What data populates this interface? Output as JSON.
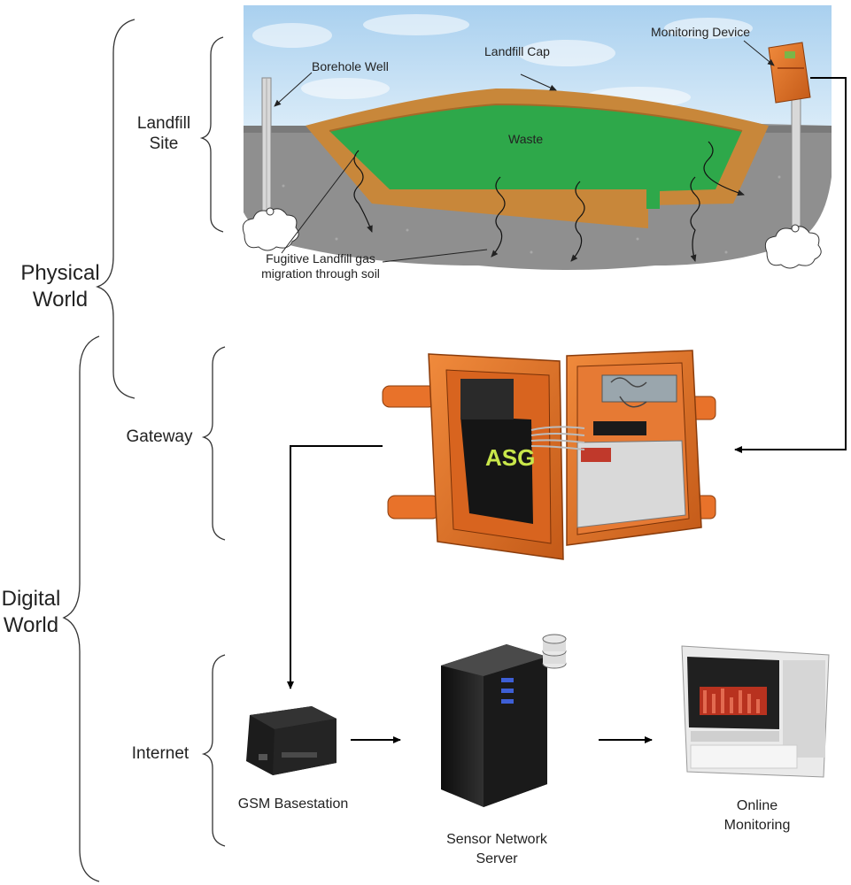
{
  "labels": {
    "physical_world": [
      "Physical",
      "World"
    ],
    "digital_world": [
      "Digital",
      "World"
    ],
    "landfill_site": [
      "Landfill",
      "Site"
    ],
    "gateway": "Gateway",
    "internet": "Internet",
    "borehole_well": "Borehole Well",
    "landfill_cap": "Landfill Cap",
    "monitoring_device": "Monitoring Device",
    "waste": "Waste",
    "fugitive_gas": [
      "Fugitive Landfill gas",
      "migration through soil"
    ],
    "gsm_basestation": "GSM Basestation",
    "sensor_network_server": [
      "Sensor Network",
      "Server"
    ],
    "online_monitoring": [
      "Online",
      "Monitoring"
    ],
    "gateway_box_logo": "ASG"
  },
  "colors": {
    "sky": "#bcd9f0",
    "soil": "#8e8e8e",
    "cap": "#c8873a",
    "waste": "#2ea84a",
    "enclosure": "#e8722a",
    "server": "#1b1b1b",
    "connector": "#000000"
  },
  "icons": [
    "borehole-well-icon",
    "monitoring-device-icon",
    "gateway-enclosure-icon",
    "gsm-modem-icon",
    "server-icon",
    "database-icon",
    "monitor-screen-icon",
    "gas-cloud-icon"
  ]
}
